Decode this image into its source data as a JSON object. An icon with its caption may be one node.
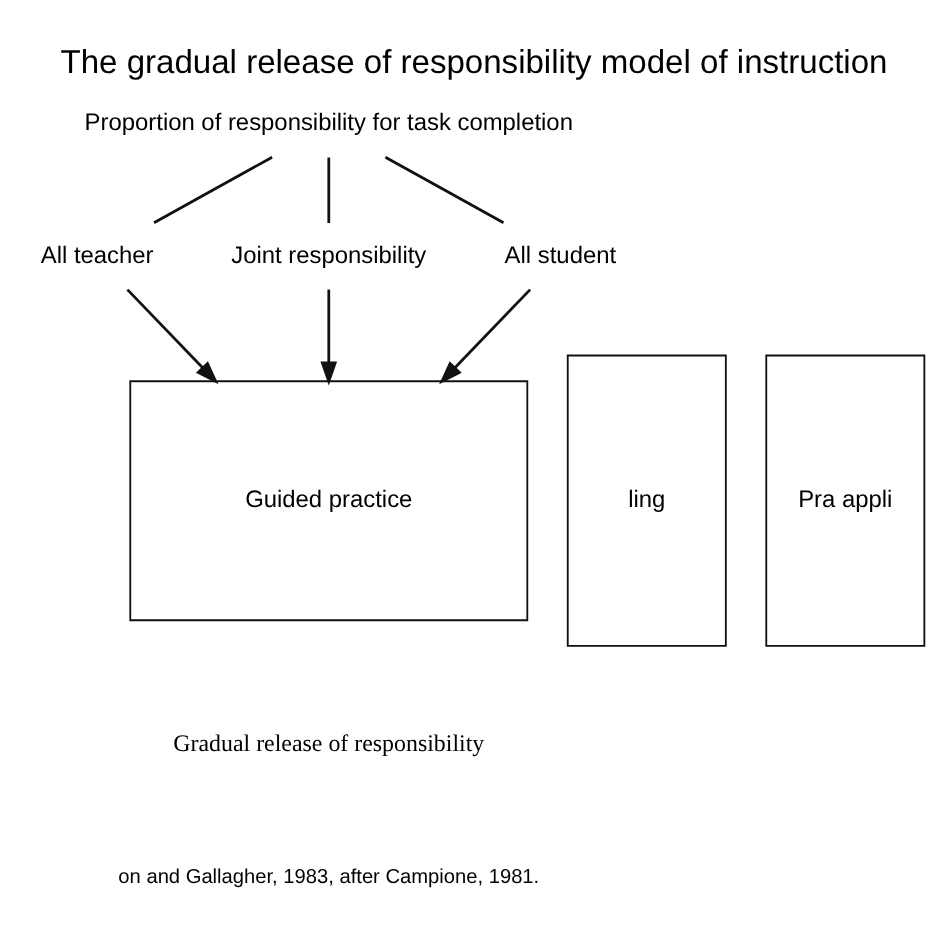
{
  "diagram": {
    "title": "The gradual release of responsibility model of instruction",
    "caption": "on and Gallagher, 1983, after Campione, 1981.",
    "nodes": [
      {
        "text": [
          "Proportion of responsibility for task completion"
        ]
      },
      {
        "text": [
          "All teacher"
        ]
      },
      {
        "text": [
          "Joint responsibility"
        ]
      },
      {
        "text": [
          "All student"
        ]
      },
      {
        "text": [
          "ling"
        ]
      },
      {
        "text": [
          "Guided practice"
        ]
      },
      {
        "text": [
          "Pra appli"
        ]
      }
    ],
    "edges": [
      {
        "from": 0,
        "to": 1,
        "arrow": "none"
      },
      {
        "from": 0,
        "to": 2,
        "arrow": "none"
      },
      {
        "from": 0,
        "to": 3,
        "arrow": "none"
      },
      {
        "from": 1,
        "to": 5,
        "arrow": "to"
      },
      {
        "from": 2,
        "to": 5,
        "arrow": "to"
      },
      {
        "from": 3,
        "to": 5,
        "arrow": "to"
      }
    ],
    "labels": [
      "Gradual release of responsibility"
    ]
  }
}
